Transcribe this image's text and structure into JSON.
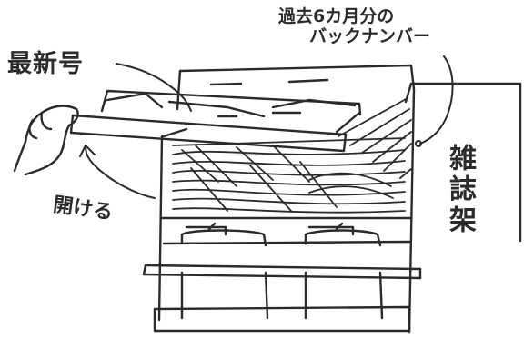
{
  "labels": {
    "latest_issue": "最新号",
    "open": "開ける",
    "back_numbers_line1": "過去6カ月分の",
    "back_numbers_line2": "バックナンバー",
    "magazine_rack": "雑誌架"
  },
  "colors": {
    "ink": "#2b2b2b",
    "background": "#ffffff"
  }
}
